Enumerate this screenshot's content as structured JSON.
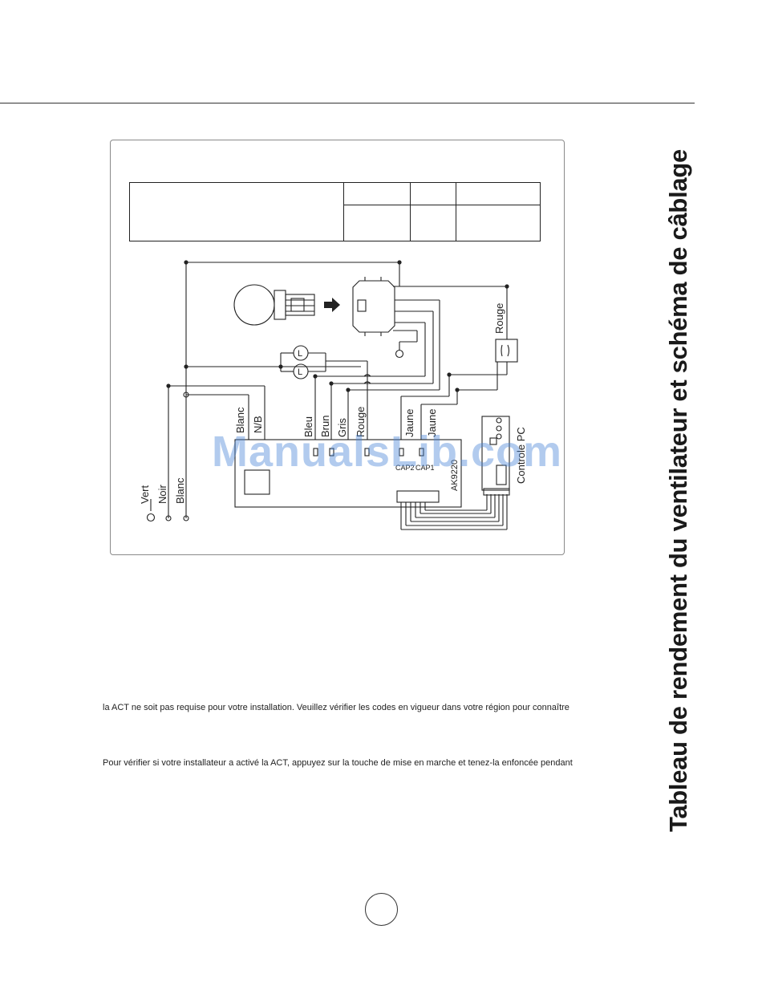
{
  "wire_labels": {
    "blanc_top": "Blanc",
    "nb": "N/B",
    "bleu": "Bleu",
    "brun": "Brun",
    "gris": "Gris",
    "rouge_left": "Rouge",
    "jaune_1": "Jaune",
    "jaune_2": "Jaune",
    "rouge_right": "Rouge",
    "controle": "Controle PC",
    "board": "AK9220",
    "cap2": "CAP2",
    "cap1": "CAP1",
    "vert": "Vert",
    "noir": "Noir",
    "blanc_bottom": "Blanc",
    "lamp_1": "L",
    "lamp_2": "L"
  },
  "watermark": "ManualsLib.com",
  "body": {
    "line1": "la ACT ne soit pas requise pour votre installation. Veuillez vérifier les codes en vigueur dans votre région pour connaître",
    "line2": "Pour vérifier si votre installateur a activé la ACT, appuyez sur la touche de mise en marche et tenez-la enfoncée pendant"
  },
  "side_title": "Tableau de rendement du ventilateur et schéma de câblage"
}
